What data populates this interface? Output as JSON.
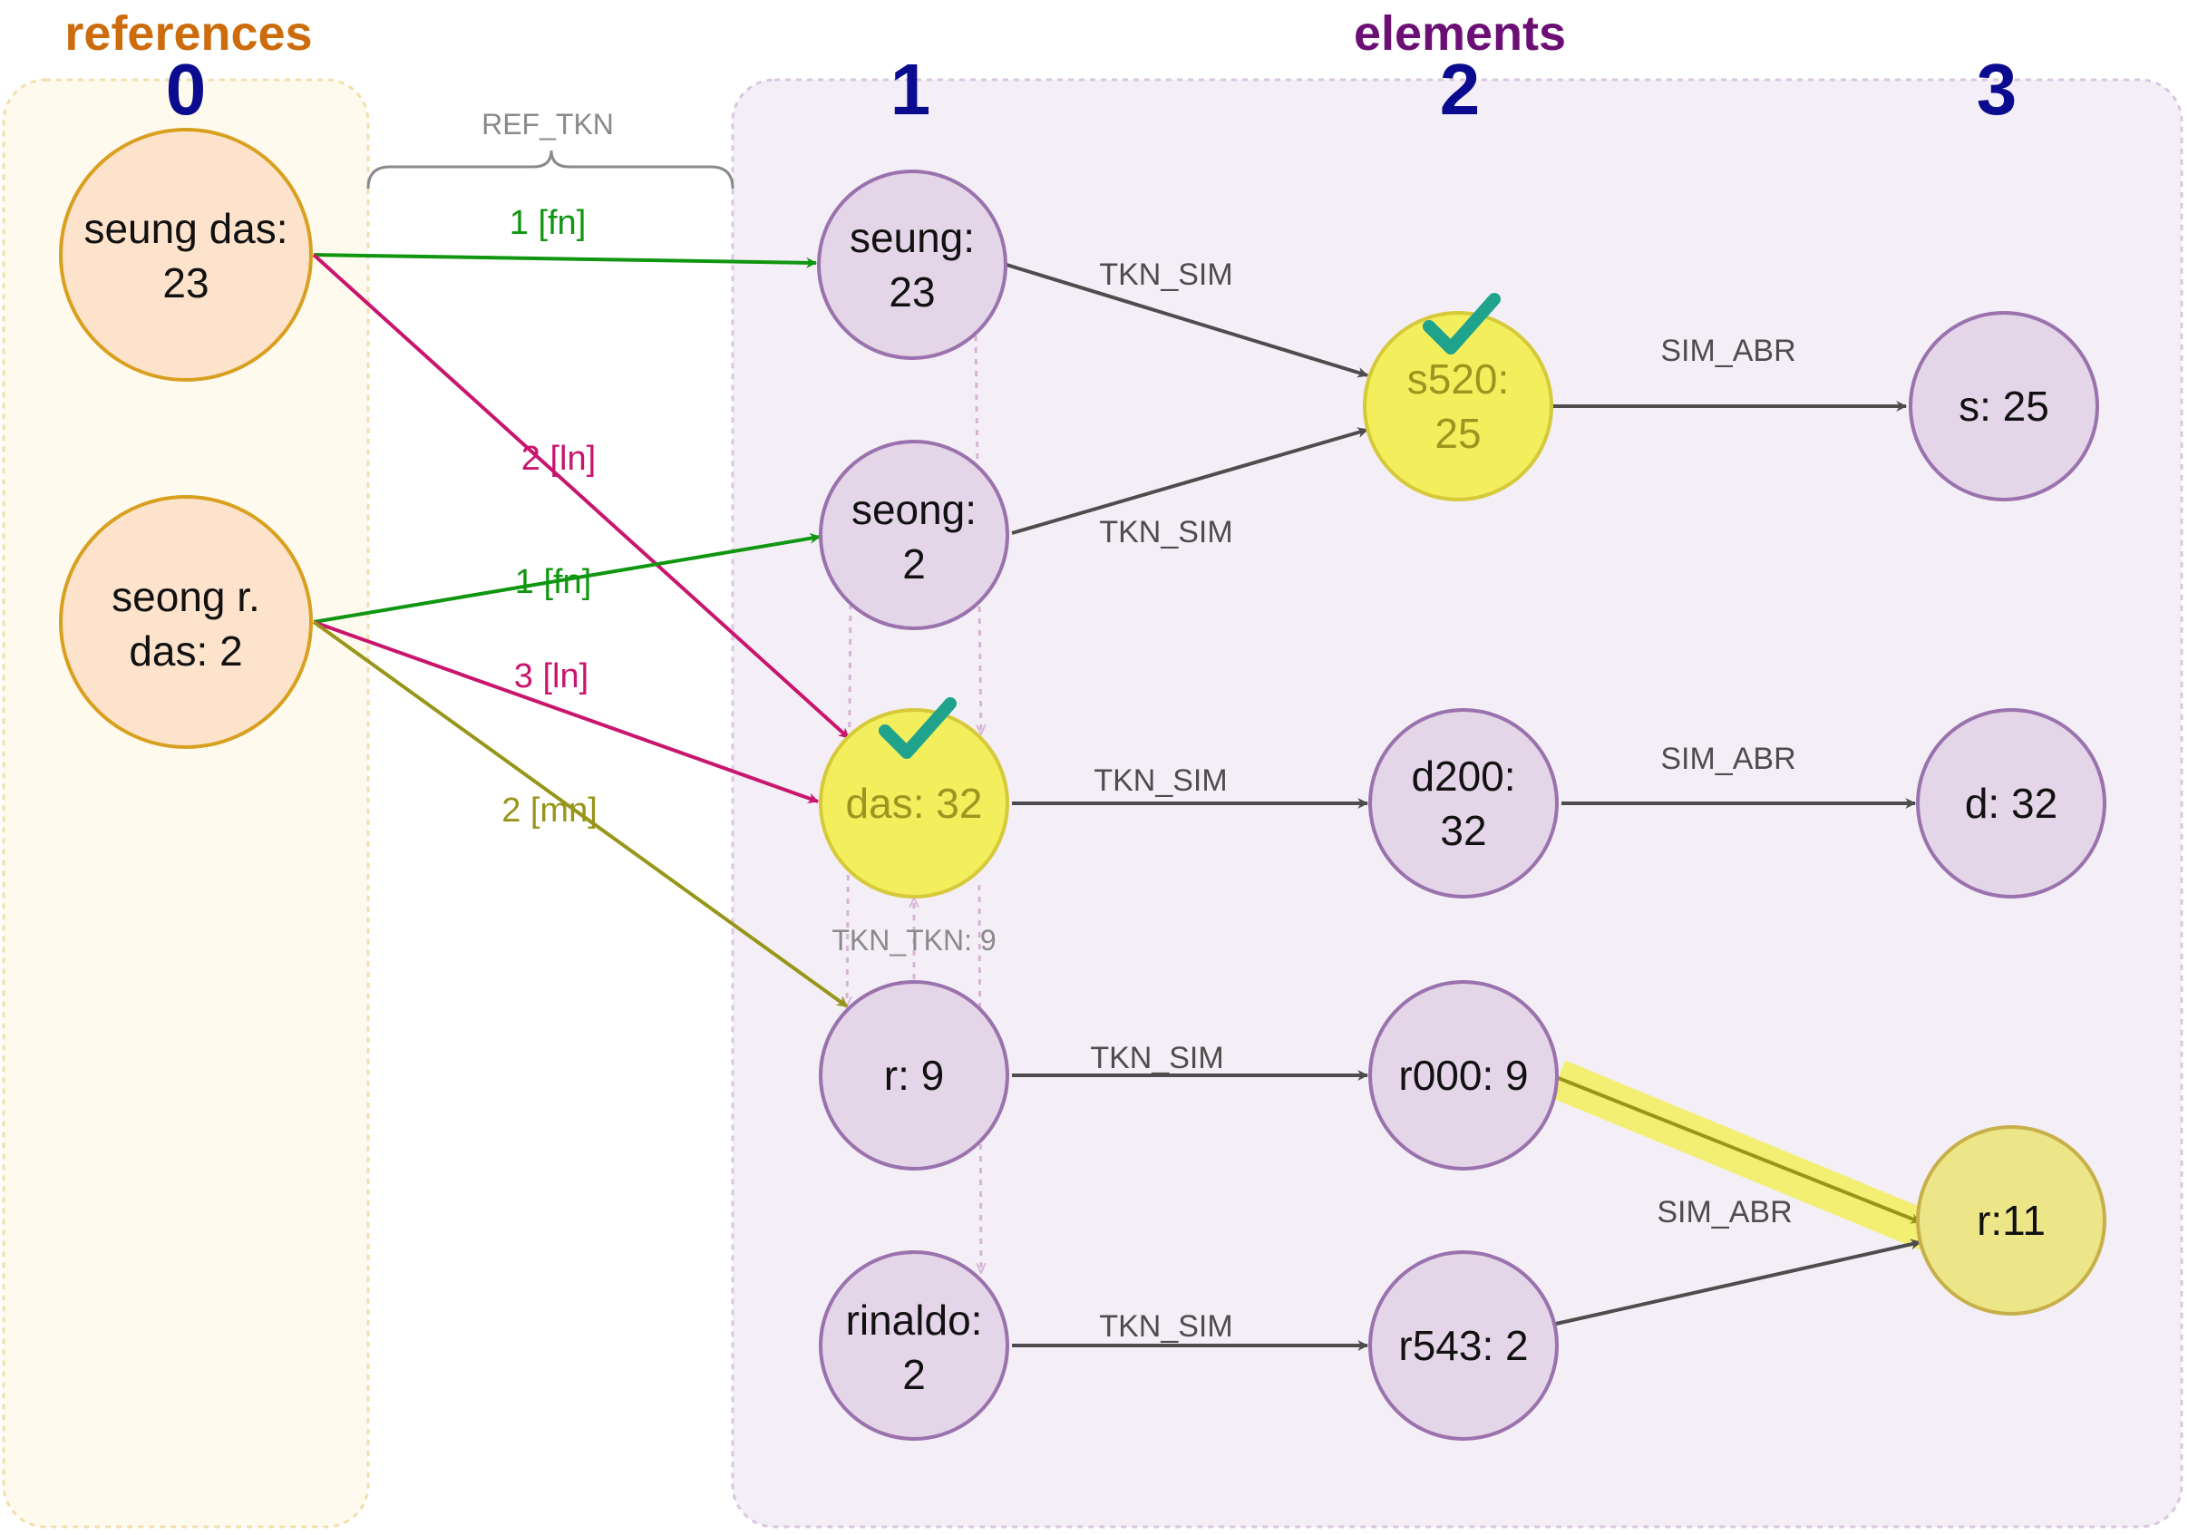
{
  "lanes": {
    "references_title": "references",
    "elements_title": "elements",
    "columns": [
      "0",
      "1",
      "2",
      "3"
    ]
  },
  "brace_label": "REF_TKN",
  "nodes": {
    "ref_seung_das": [
      "seung das:",
      "23"
    ],
    "ref_seong_r_das": [
      "seong r.",
      "das: 2"
    ],
    "tkn_seung": [
      "seung:",
      "23"
    ],
    "tkn_seong": [
      "seong:",
      "2"
    ],
    "tkn_das": [
      "das: 32"
    ],
    "tkn_r": [
      "r: 9"
    ],
    "tkn_rinaldo": [
      "rinaldo:",
      "2"
    ],
    "sim_s520": [
      "s520:",
      "25"
    ],
    "sim_d200": [
      "d200:",
      "32"
    ],
    "sim_r000": [
      "r000: 9"
    ],
    "sim_r543": [
      "r543: 2"
    ],
    "abr_s": [
      "s: 25"
    ],
    "abr_d": [
      "d: 32"
    ],
    "abr_r": [
      "r:11"
    ]
  },
  "edge_labels": {
    "seung_das_to_seung": "1 [fn]",
    "seung_das_to_das": "2 [ln]",
    "seong_r_das_to_seong": "1 [fn]",
    "seong_r_das_to_das": "3 [ln]",
    "seong_r_das_to_r": "2 [mn]",
    "seung_to_s520": "TKN_SIM",
    "seong_to_s520": "TKN_SIM",
    "das_to_d200": "TKN_SIM",
    "r_to_r000": "TKN_SIM",
    "rinaldo_to_r543": "TKN_SIM",
    "s520_to_s": "SIM_ABR",
    "d200_to_d": "SIM_ABR",
    "r543_to_r": "SIM_ABR",
    "tkn_tkn": "TKN_TKN: 9"
  },
  "colors": {
    "ref_fill": "#fde3cc",
    "ref_stroke": "#d9a020",
    "node_fill": "#e4d6e8",
    "node_stroke": "#9a72ad",
    "highlight_fill": "#f2ee5c",
    "highlight_stroke": "#d6c93a",
    "r11_fill": "#ece688",
    "r11_stroke": "#c7b04a",
    "green": "#109610",
    "pink": "#c8156e",
    "olive": "#98961a",
    "dark": "#4d4d4d",
    "faint_pink": "#d7b3d6",
    "check": "#1fa38c"
  }
}
